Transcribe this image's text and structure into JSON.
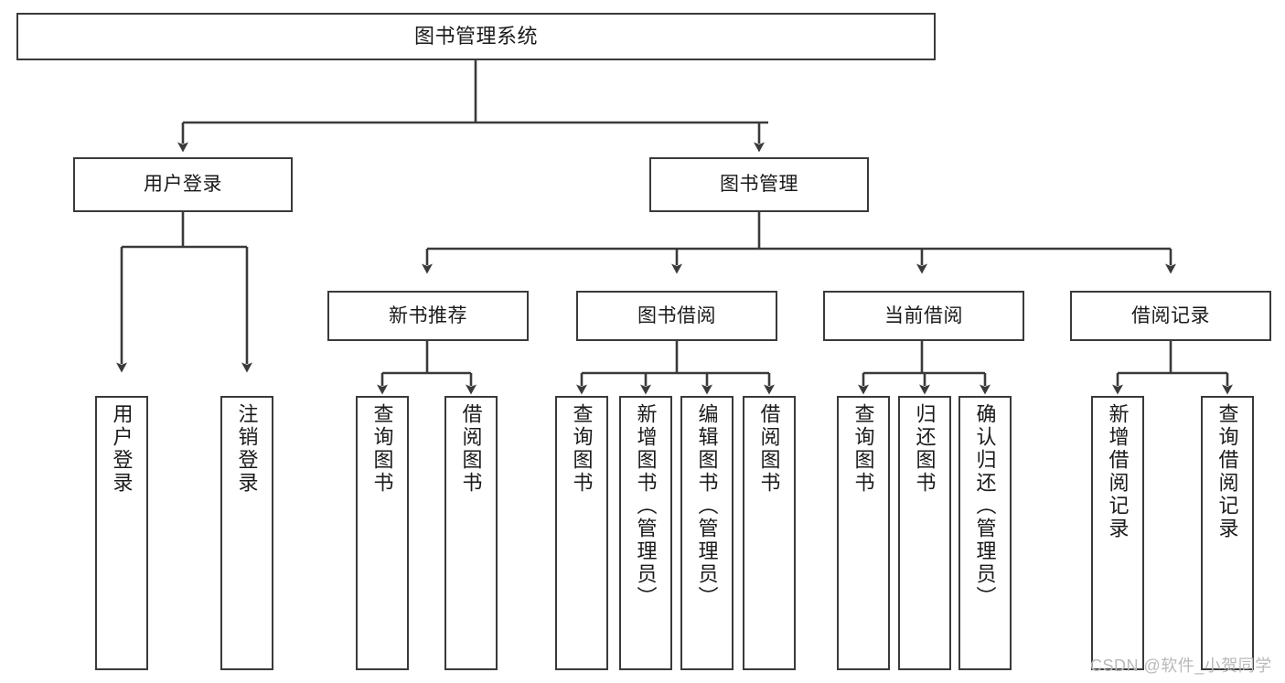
{
  "diagram": {
    "title": "图书管理系统",
    "type": "tree-hierarchy-diagram",
    "colors": {
      "stroke": "#3a3a3a",
      "fill": "#ffffff",
      "text": "#1a1a1a",
      "watermark": "#b9b9b9"
    },
    "root": {
      "label": "图书管理系统"
    },
    "level1": [
      {
        "label": "用户登录"
      },
      {
        "label": "图书管理"
      }
    ],
    "level2": [
      {
        "label": "新书推荐"
      },
      {
        "label": "图书借阅"
      },
      {
        "label": "当前借阅"
      },
      {
        "label": "借阅记录"
      }
    ],
    "leaves": {
      "user_login": [
        {
          "label": "用户登录"
        },
        {
          "label": "注销登录"
        }
      ],
      "new_book_recommend": [
        {
          "label": "查询图书"
        },
        {
          "label": "借阅图书"
        }
      ],
      "book_borrow": [
        {
          "label": "查询图书"
        },
        {
          "label": "新增图书（管理员）"
        },
        {
          "label": "编辑图书（管理员）"
        },
        {
          "label": "借阅图书"
        }
      ],
      "current_borrow": [
        {
          "label": "查询图书"
        },
        {
          "label": "归还图书"
        },
        {
          "label": "确认归还（管理员）"
        }
      ],
      "borrow_record": [
        {
          "label": "新增借阅记录"
        },
        {
          "label": "查询借阅记录"
        }
      ]
    }
  },
  "watermark": {
    "text": "CSDN @软件_小贺同学"
  }
}
